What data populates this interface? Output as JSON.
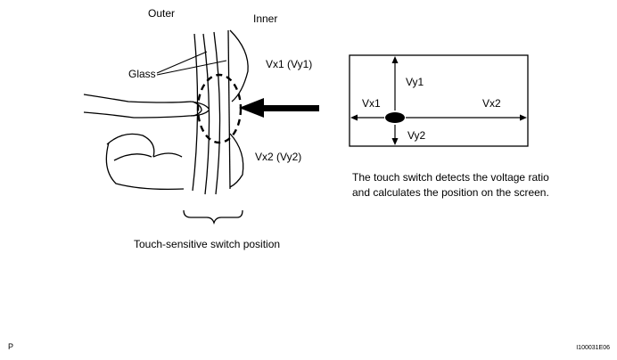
{
  "labels": {
    "outer": "Outer",
    "inner": "Inner",
    "glass": "Glass",
    "vx1_vy1": "Vx1 (Vy1)",
    "vx2_vy2": "Vx2 (Vy2)",
    "switch_position": "Touch-sensitive switch position"
  },
  "screen": {
    "vy1": "Vy1",
    "vx1": "Vx1",
    "vx2": "Vx2",
    "vy2": "Vy2"
  },
  "description": {
    "line1": "The touch switch detects the voltage ratio",
    "line2": "and calculates the position on the screen."
  },
  "footer": {
    "left_code": "P",
    "figure_id": "I100031E06"
  }
}
